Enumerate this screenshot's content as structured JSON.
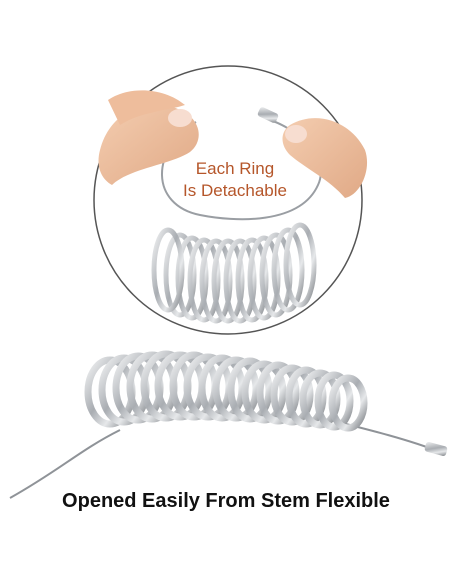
{
  "callout": {
    "line1": "Each Ring",
    "line2": "Is Detachable"
  },
  "caption": {
    "text": "Opened Easily From Stem Flexible"
  },
  "colors": {
    "callout_text": "#b5562a",
    "caption_text": "#111111",
    "circle_border": "#555555",
    "metal": "#b9bcc0"
  }
}
